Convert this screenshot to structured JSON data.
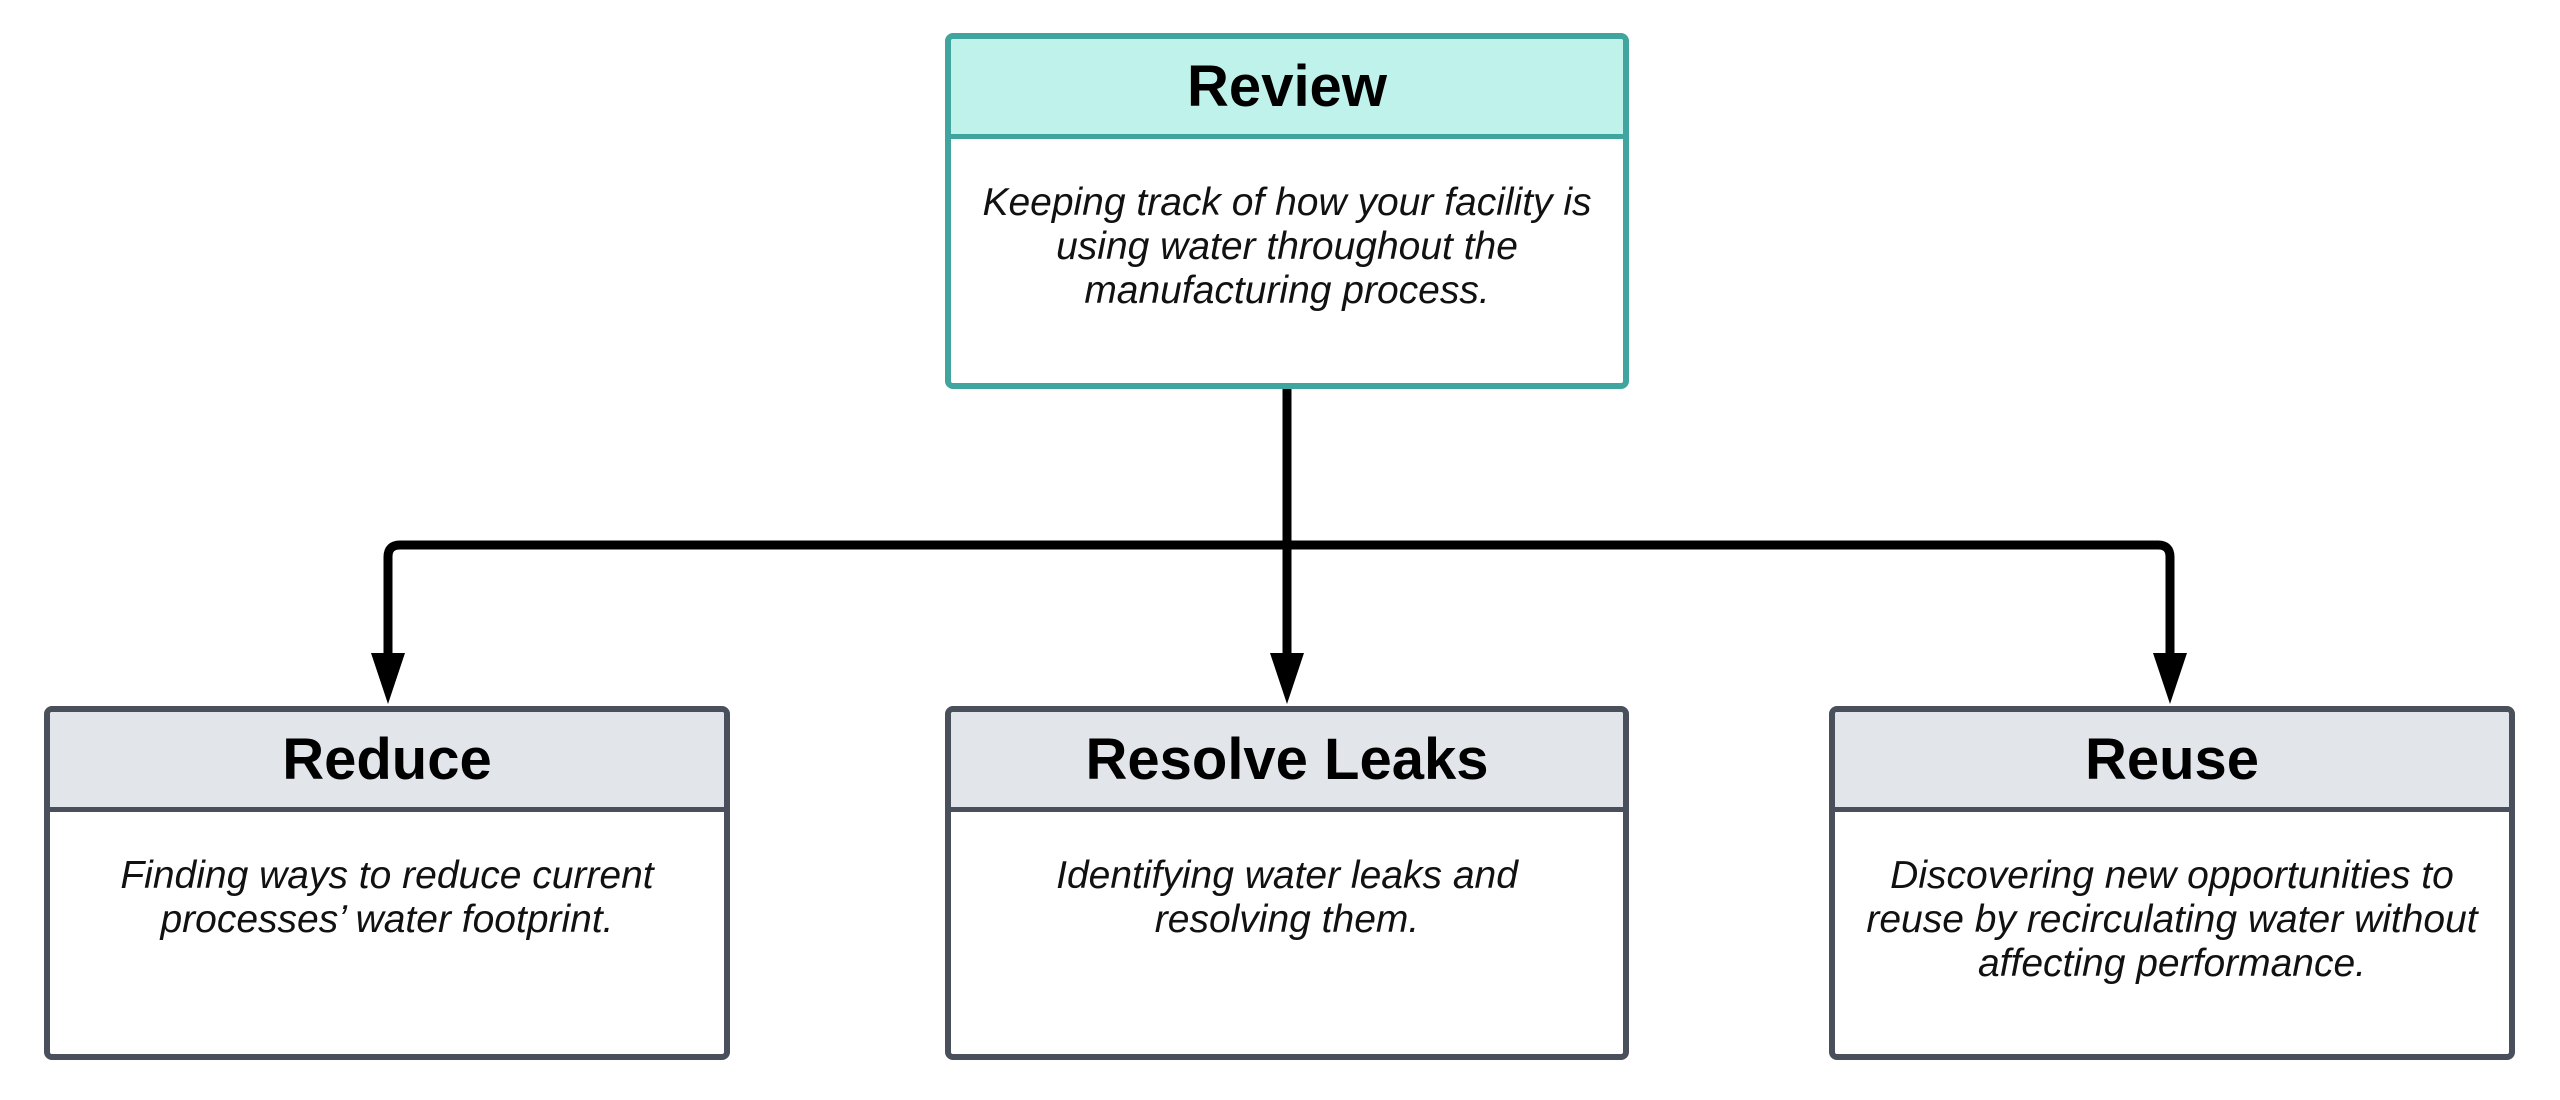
{
  "diagram": {
    "root": {
      "title": "Review",
      "description": "Keeping track of how your facility is using water throughout the manufacturing process."
    },
    "children": [
      {
        "title": "Reduce",
        "description": "Finding ways to reduce current processes’ water footprint."
      },
      {
        "title": "Resolve Leaks",
        "description": "Identifying water leaks and resolving them."
      },
      {
        "title": "Reuse",
        "description": "Discovering new opportunities to reuse by recirculating water without affecting performance."
      }
    ]
  },
  "colors": {
    "root_border": "#3fa59e",
    "root_header": "#bff2ea",
    "child_border": "#4a4f5c",
    "child_header": "#e2e5ea",
    "connector": "#000000"
  }
}
